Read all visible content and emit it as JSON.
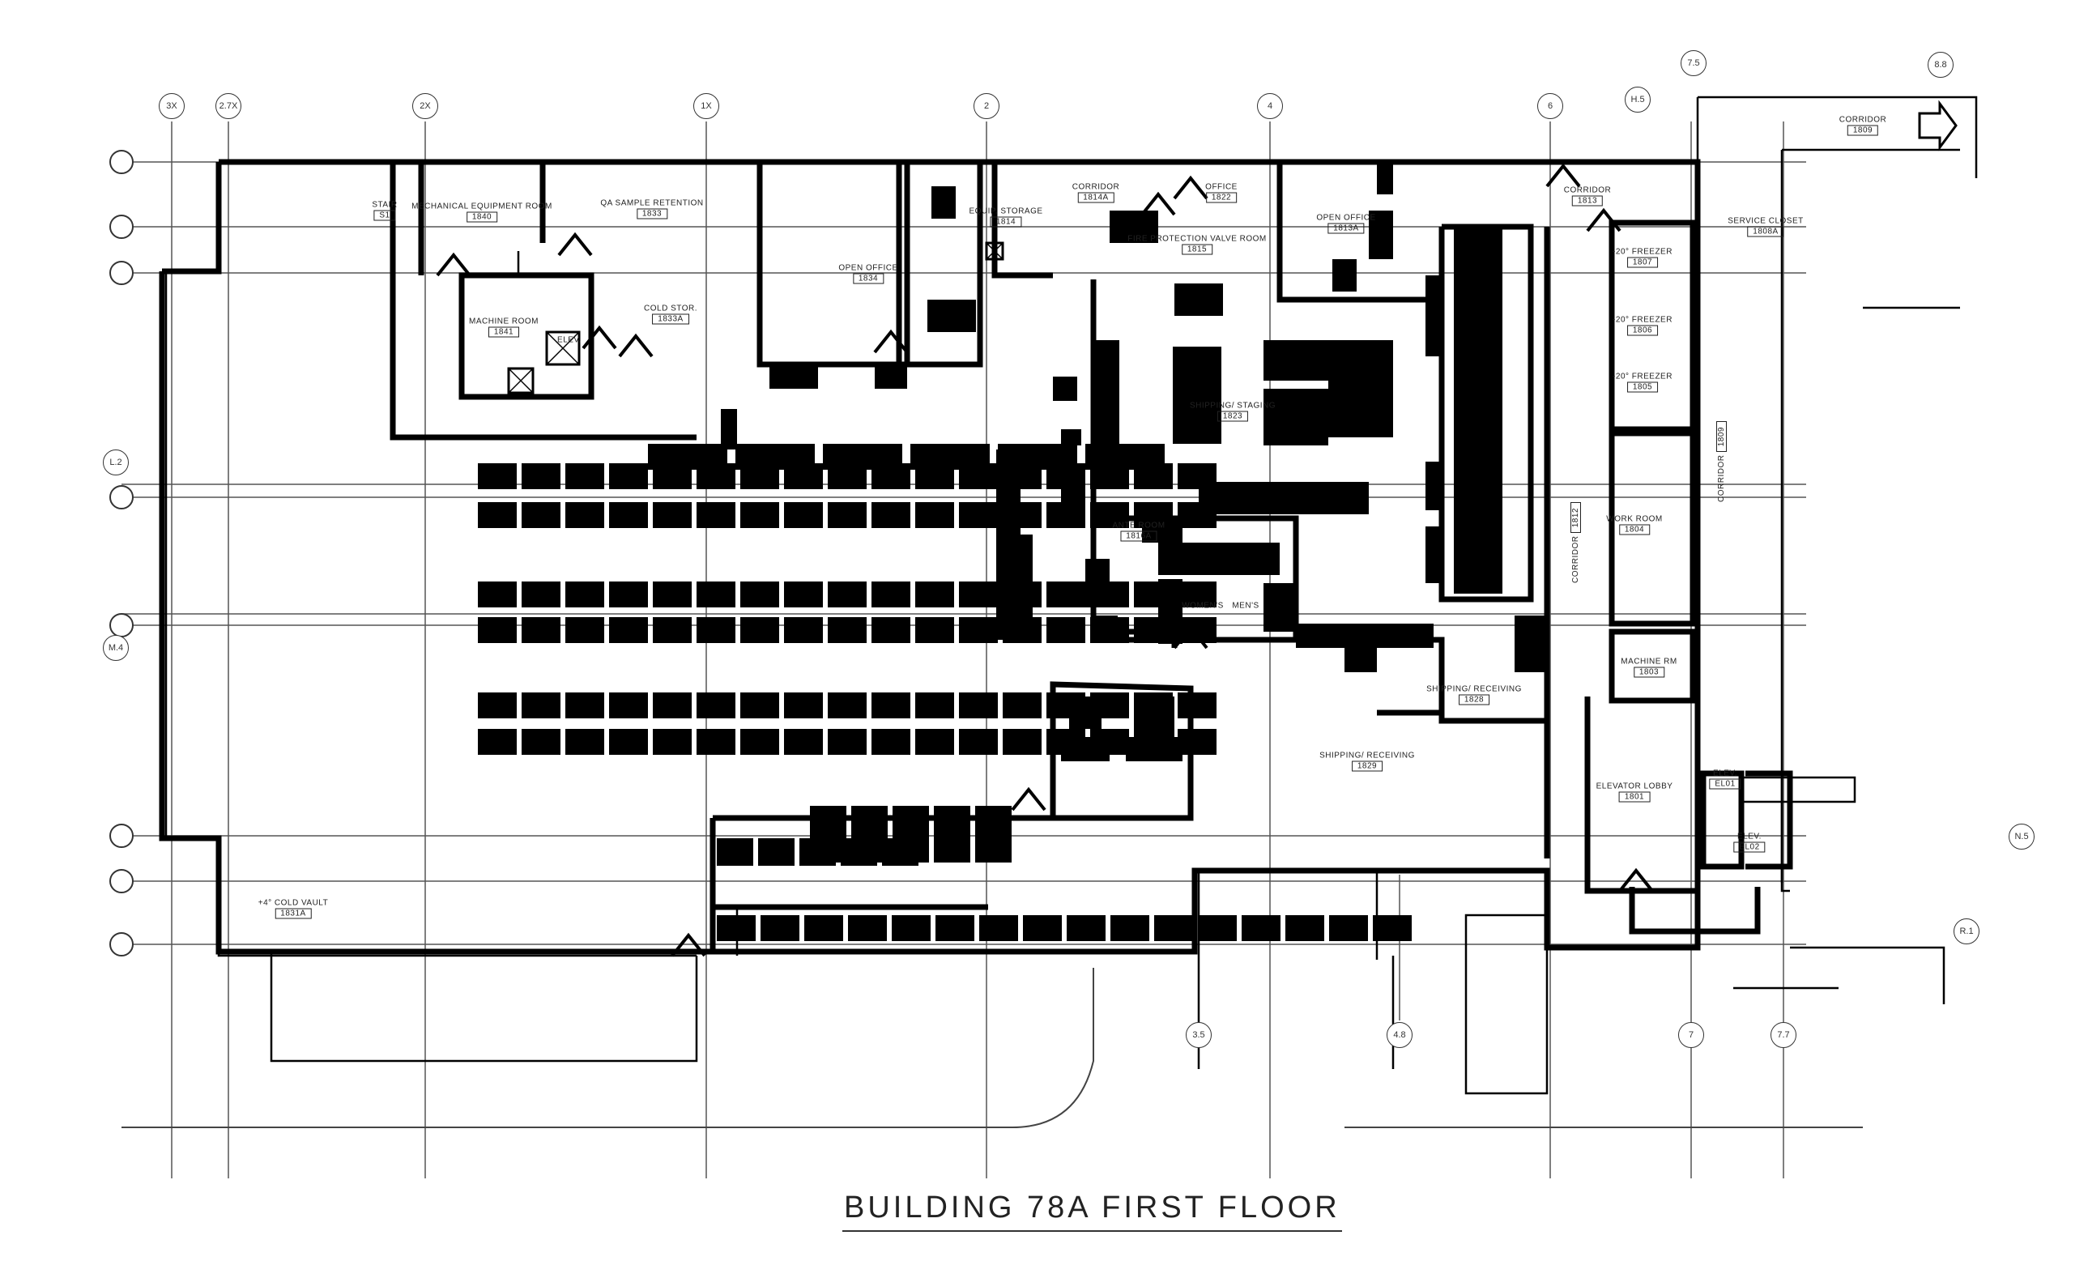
{
  "drawing_title": "BUILDING 78A FIRST FLOOR",
  "column_grid_top": [
    "3X",
    "2.7X",
    "2X",
    "1X",
    "2",
    "4",
    "6",
    "7.5",
    "8.8"
  ],
  "column_grid_bottom": [
    "3.5",
    "4.8",
    "7",
    "7.7"
  ],
  "row_grid_right": [
    "H.5",
    "N.5",
    "R.1"
  ],
  "row_grid_left": [
    "L.2",
    "M.4"
  ],
  "rooms": [
    {
      "name": "MECHANICAL EQUIPMENT ROOM",
      "number": "1840"
    },
    {
      "name": "QA SAMPLE RETENTION",
      "number": "1833"
    },
    {
      "name": "MACHINE ROOM",
      "number": "1841"
    },
    {
      "name": "COLD STOR.",
      "number": "1833A"
    },
    {
      "name": "ELEV.",
      "number": ""
    },
    {
      "name": "OPEN OFFICE",
      "number": "1834"
    },
    {
      "name": "EQUIP. STORAGE",
      "number": "1814"
    },
    {
      "name": "CORRIDOR",
      "number": "1814A"
    },
    {
      "name": "OFFICE",
      "number": "1822"
    },
    {
      "name": "FIRE PROTECTION VALVE ROOM",
      "number": "1815"
    },
    {
      "name": "OPEN OFFICE",
      "number": "1813A"
    },
    {
      "name": "CORRIDOR",
      "number": "1813"
    },
    {
      "name": "-20° FREEZER",
      "number": "1807"
    },
    {
      "name": "-20° FREEZER",
      "number": "1806"
    },
    {
      "name": "-20° FREEZER",
      "number": "1805"
    },
    {
      "name": "CORRIDOR",
      "number": "1809"
    },
    {
      "name": "SERVICE CLOSET",
      "number": "1808A"
    },
    {
      "name": "CORRIDOR",
      "number": "1809"
    },
    {
      "name": "CORRIDOR",
      "number": "1812"
    },
    {
      "name": "WORK ROOM",
      "number": "1804"
    },
    {
      "name": "MACHINE RM",
      "number": "1803"
    },
    {
      "name": "ELEVATOR LOBBY",
      "number": "1801"
    },
    {
      "name": "ELEV.",
      "number": "EL01"
    },
    {
      "name": "ELEV.",
      "number": "EL02"
    },
    {
      "name": "SHIPPING/ RECEIVING",
      "number": "1829"
    },
    {
      "name": "SHIPPING/ RECEIVING",
      "number": "1828"
    },
    {
      "name": "SHIPPING/ STAGING",
      "number": "1823"
    },
    {
      "name": "ANTE ROOM",
      "number": "1816A"
    },
    {
      "name": "WOMEN'S",
      "number": ""
    },
    {
      "name": "MEN'S",
      "number": ""
    },
    {
      "name": "+4° COLD VAULT",
      "number": "1831A"
    },
    {
      "name": "STAIR",
      "number": "S1"
    }
  ]
}
